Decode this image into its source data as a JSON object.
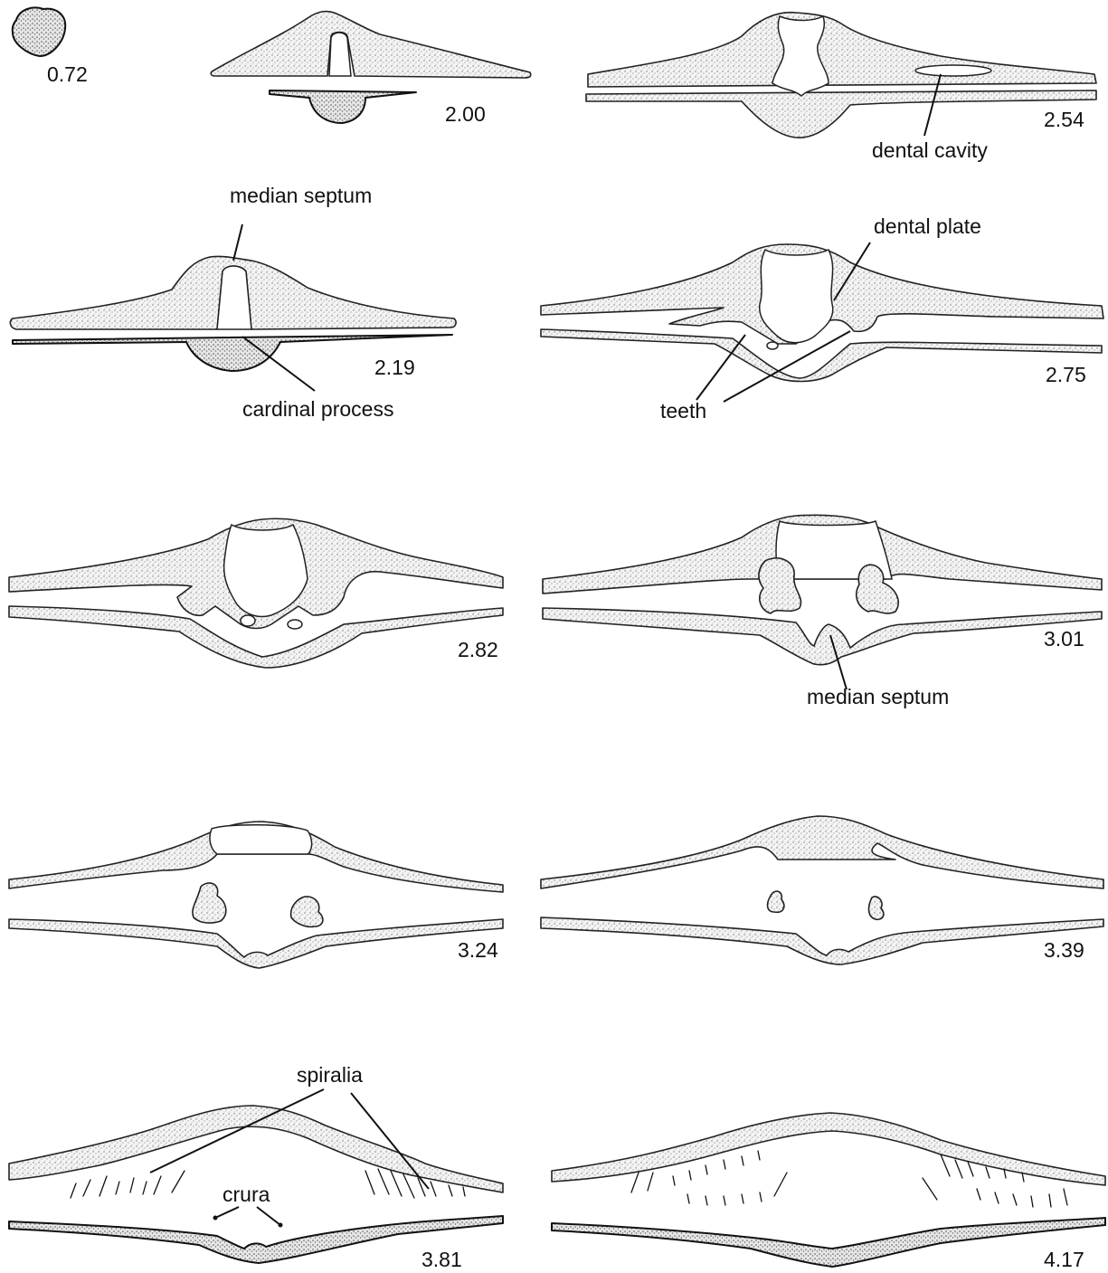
{
  "sections": [
    {
      "id": "s072",
      "label": "0.72"
    },
    {
      "id": "s200",
      "label": "2.00"
    },
    {
      "id": "s254",
      "label": "2.54"
    },
    {
      "id": "s219",
      "label": "2.19"
    },
    {
      "id": "s275",
      "label": "2.75"
    },
    {
      "id": "s282",
      "label": "2.82"
    },
    {
      "id": "s301",
      "label": "3.01"
    },
    {
      "id": "s324",
      "label": "3.24"
    },
    {
      "id": "s339",
      "label": "3.39"
    },
    {
      "id": "s381",
      "label": "3.81"
    },
    {
      "id": "s417",
      "label": "4.17"
    }
  ],
  "annotations": {
    "dental_cavity": "dental cavity",
    "median_septum_top": "median septum",
    "cardinal_process": "cardinal process",
    "dental_plate": "dental plate",
    "teeth": "teeth",
    "median_septum_mid": "median septum",
    "spiralia": "spiralia",
    "crura": "crura"
  },
  "colors": {
    "ink": "#111111",
    "stipple": "#8a8a8a",
    "background": "#ffffff"
  }
}
